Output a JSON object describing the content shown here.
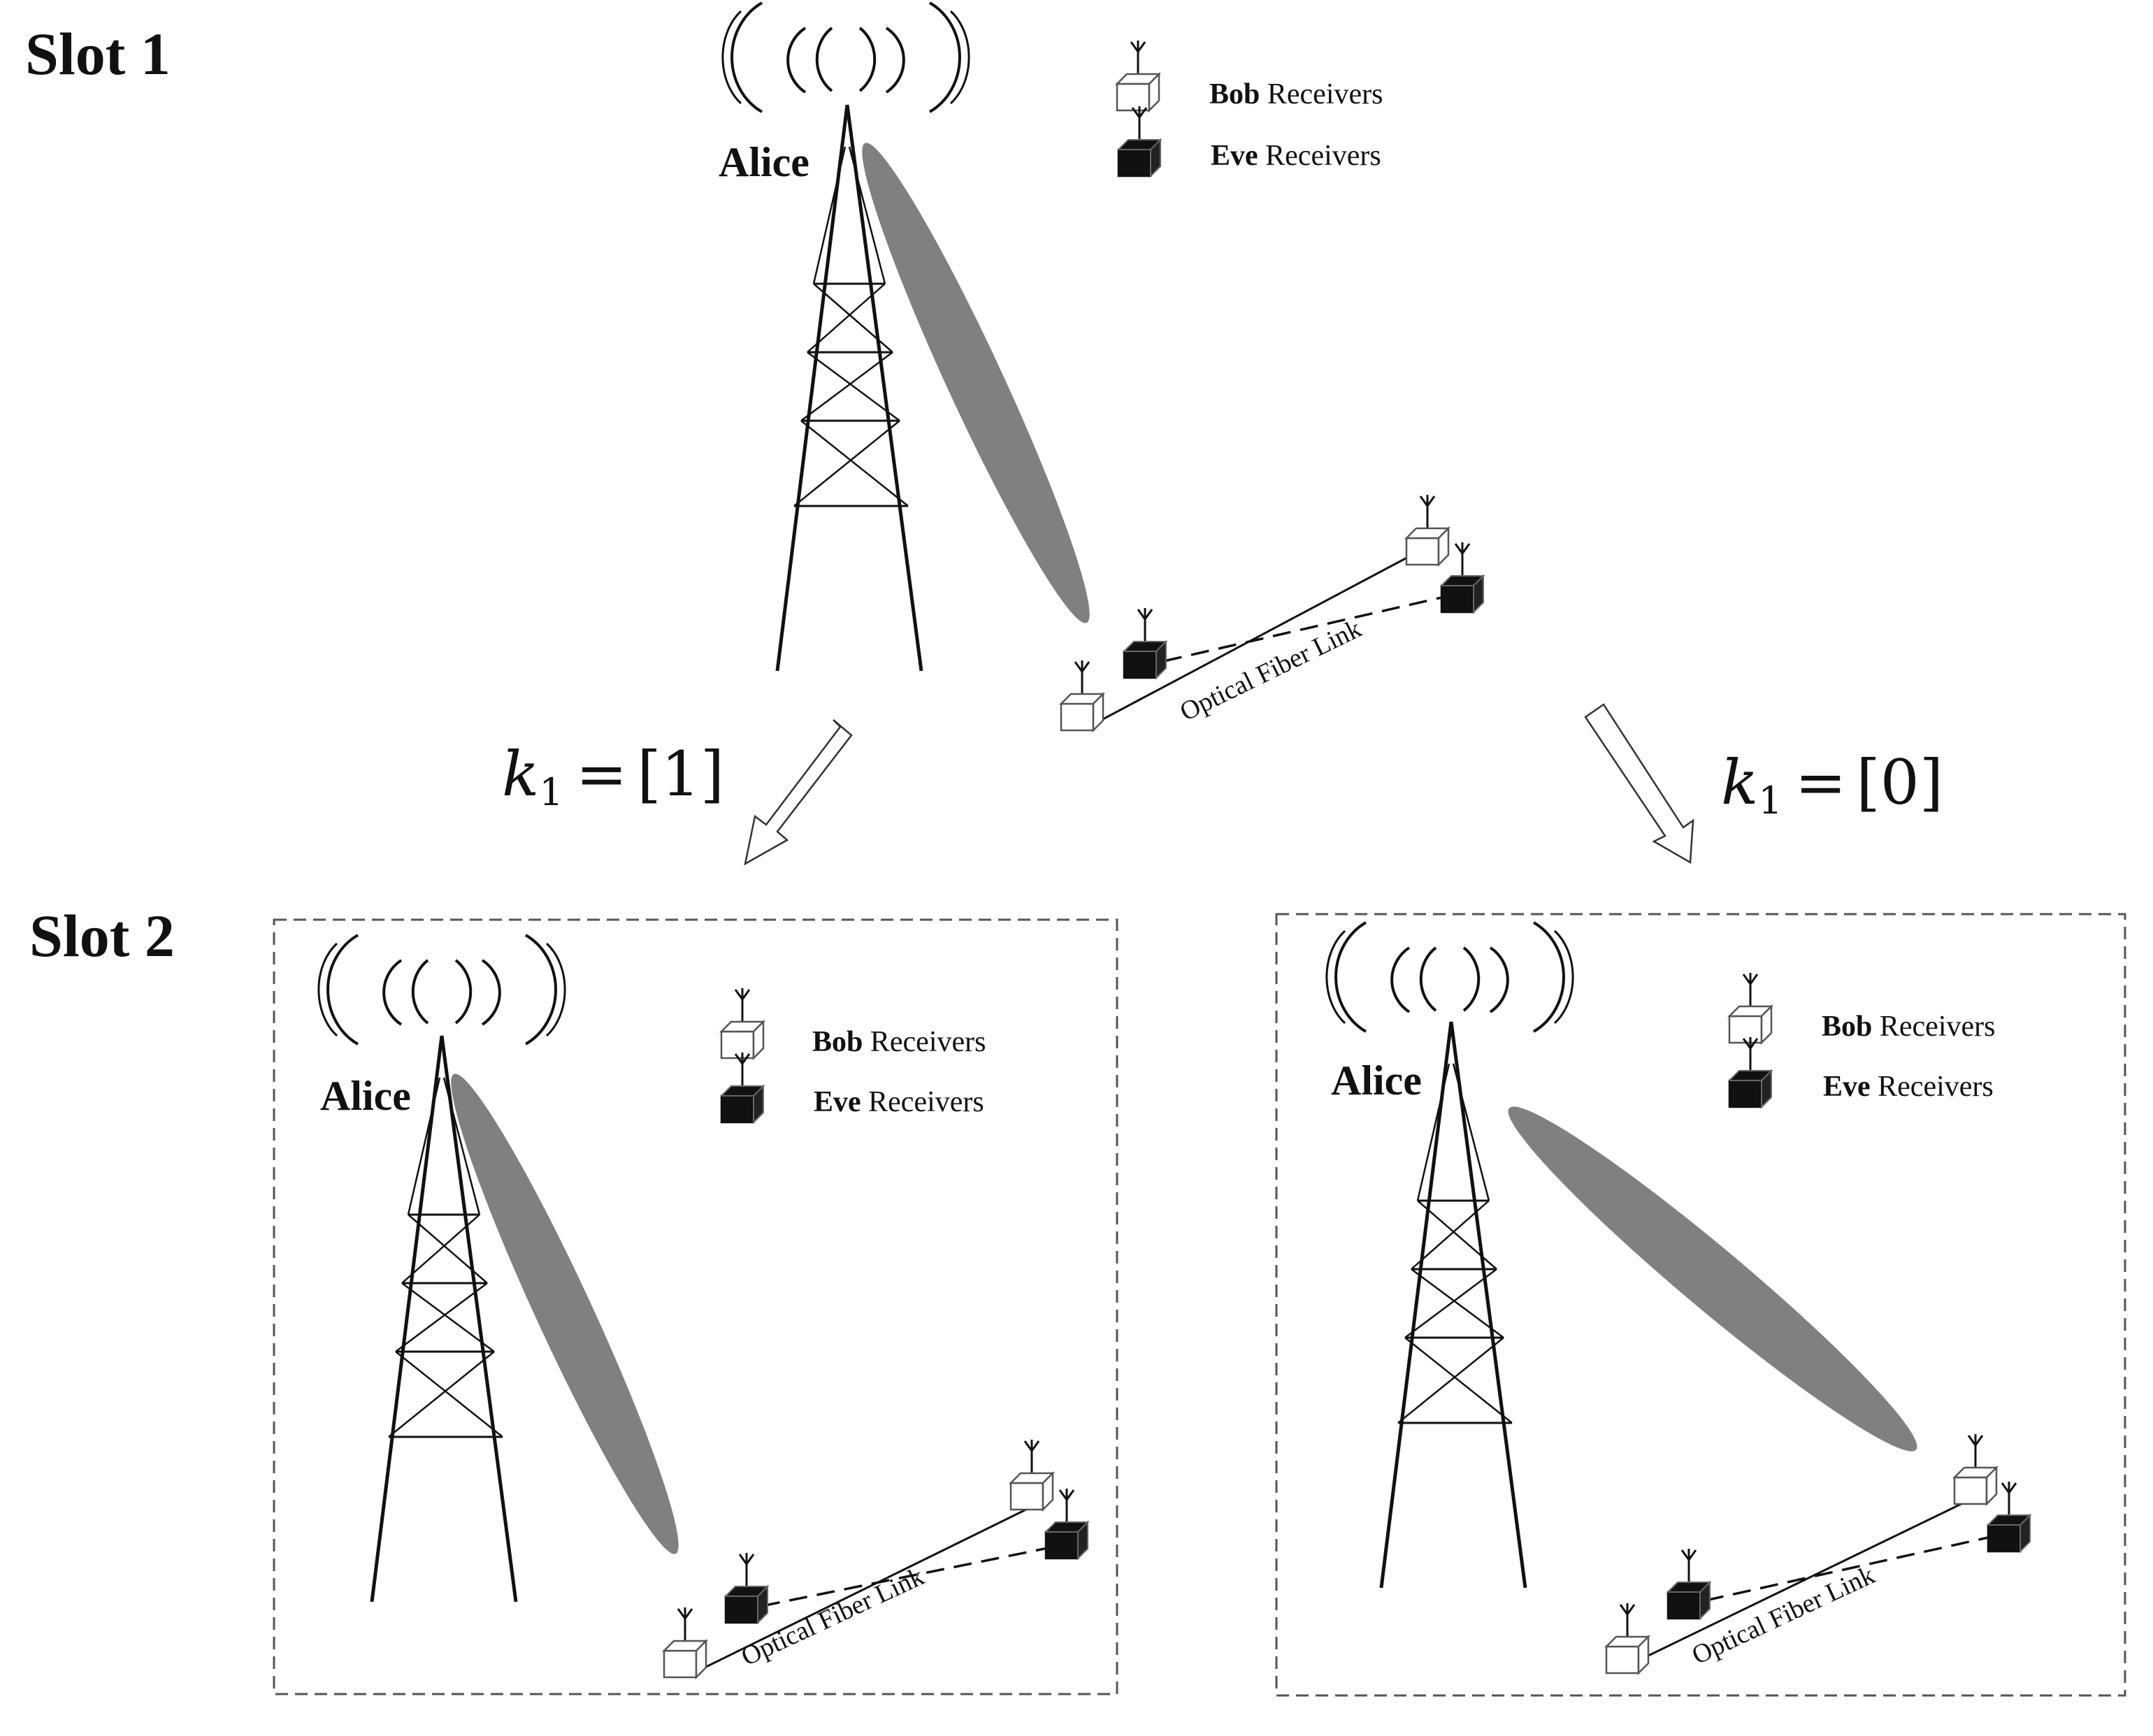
{
  "slots": {
    "slot1_label": "Slot 1",
    "slot2_label": "Slot 2"
  },
  "transmitter": {
    "label": "Alice"
  },
  "legend": {
    "bob_bold": "Bob",
    "bob_rest": " Receivers",
    "eve_bold": "Eve",
    "eve_rest": " Receivers"
  },
  "link": {
    "label": "Optical Fiber Link"
  },
  "transitions": {
    "left": {
      "var": "k",
      "sub": "1",
      "eq": "=",
      "value": "[1]"
    },
    "right": {
      "var": "k",
      "sub": "1",
      "eq": "=",
      "value": "[0]"
    }
  },
  "colors": {
    "beam": "#808080",
    "bob_box": "#ffffff",
    "eve_box": "#111111",
    "line": "#111111"
  }
}
